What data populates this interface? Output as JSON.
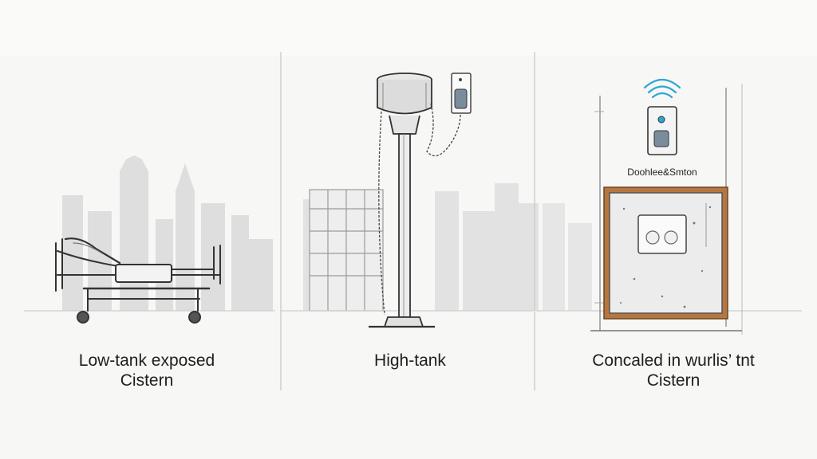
{
  "panels": [
    {
      "caption_lines": [
        "Low-tank exposed",
        "Cistern"
      ]
    },
    {
      "caption_lines": [
        "High-tank"
      ]
    },
    {
      "caption_lines": [
        "Concaled in wurlis’ tnt",
        "Cistern"
      ]
    }
  ],
  "panel3_sign_text": "Doohlee&Smton",
  "colors": {
    "background": "#f7f7f6",
    "skyline": "#dcdcdc",
    "ink": "#333333",
    "wood_frame": "#b5773f",
    "wifi": "#2aa6d6"
  },
  "icons": [
    "hospital-bed-icon",
    "water-tank-icon",
    "flush-button-icon",
    "wifi-icon",
    "flush-plate-icon"
  ]
}
